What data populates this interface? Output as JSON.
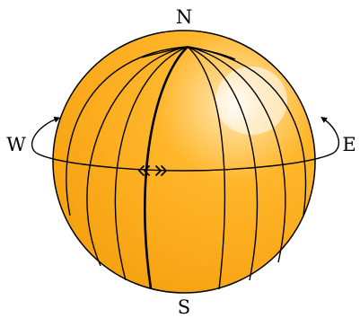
{
  "labels": {
    "north": "N",
    "south": "S",
    "west": "W",
    "east": "E"
  },
  "colors": {
    "globe_fill": "#ffb21c",
    "globe_edge": "#e08a00",
    "highlight": "#fff6e0",
    "lines": "#000000",
    "background": "#ffffff"
  },
  "icons": {
    "rotation_marks": "double-chevron-arrows",
    "rotation_arrows": "curved-arrow-up"
  }
}
